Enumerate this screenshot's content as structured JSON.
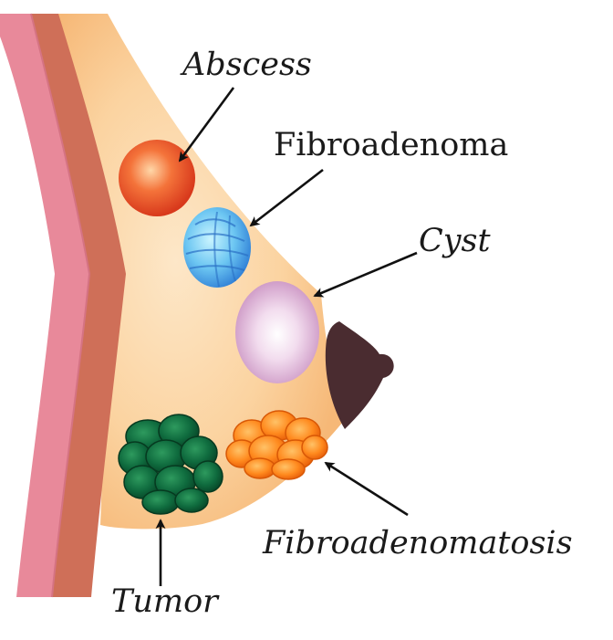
{
  "labels": {
    "abscess": "Abscess",
    "fibroadenoma": "Fibroadenoma",
    "cyst": "Cyst",
    "fibroadenomatosis": "Fibroadenomatosis",
    "tumor": "Tumor"
  },
  "colors": {
    "skin_outer": "#e8899a",
    "muscle": "#cf6f58",
    "breast_tissue": "#f9c98c",
    "nipple": "#4a2c30",
    "abscess": "#f0552a",
    "fibroadenoma": "#6fb3f0",
    "cyst": "#d8a8d0",
    "fibroadenomatosis": "#ff8a1e",
    "tumor": "#0f6b3e"
  }
}
